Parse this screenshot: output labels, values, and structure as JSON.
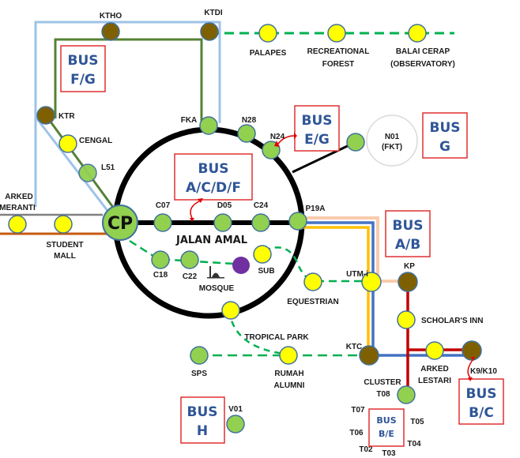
{
  "title": "UTM Campus Bus Route Map",
  "colors": {
    "ring": "#000000",
    "route_light_blue": "#9dc3e6",
    "route_green": "#548235",
    "route_teal_dash": "#00b050",
    "route_blue": "#4472c4",
    "route_yellow": "#ffc000",
    "route_peach": "#f8cbad",
    "route_red": "#c00000",
    "route_gray": "#808080",
    "route_orange": "#c55a11",
    "stop_green": "#92d050",
    "stop_yellow": "#ffff00",
    "stop_brown": "#7f6000",
    "stop_purple": "#7030a0",
    "stop_border": "#41719c",
    "bus_box_border": "#e03030",
    "bus_text": "#2f5597"
  },
  "stops": {
    "ktho": "KTHO",
    "ktdi": "KTDI",
    "palapes": "PALAPES",
    "recreational_forest_1": "RECREATIONAL",
    "recreational_forest_2": "FOREST",
    "balai_cerap_1": "BALAI CERAP",
    "balai_cerap_2": "(OBSERVATORY)",
    "ktr": "KTR",
    "cengal": "CENGAL",
    "l51": "L51",
    "fka": "FKA",
    "n28": "N28",
    "n24": "N24",
    "n01_1": "N01",
    "n01_2": "(FKT)",
    "arked_meranti_1": "ARKED",
    "arked_meranti_2": "MERANTI",
    "student_mall_1": "STUDENT",
    "student_mall_2": "MALL",
    "cp": "CP",
    "c07": "C07",
    "d05": "D05",
    "c24": "C24",
    "p19a": "P19A",
    "jalan_amal": "JALAN AMAL",
    "c18": "C18",
    "c22": "C22",
    "mosque": "MOSQUE",
    "sub": "SUB",
    "utmi": "UTM-i",
    "kp": "KP",
    "equestrian": "EQUESTRIAN",
    "scholars_inn": "SCHOLAR'S INN",
    "tropical_park": "TROPICAL PARK",
    "sps": "SPS",
    "rumah_alumni_1": "RUMAH",
    "rumah_alumni_2": "ALUMNI",
    "ktc": "KTC",
    "arked_lestari_1": "ARKED",
    "arked_lestari_2": "LESTARI",
    "k9k10": "K9/K10",
    "cluster": "CLUSTER",
    "t08": "T08",
    "t07": "T07",
    "t06": "T06",
    "t05": "T05",
    "t04": "T04",
    "t03": "T03",
    "t02": "T02",
    "v01": "V01"
  },
  "bus_boxes": [
    {
      "id": "fg",
      "line1": "BUS",
      "line2": "F/G"
    },
    {
      "id": "eg",
      "line1": "BUS",
      "line2": "E/G"
    },
    {
      "id": "g",
      "line1": "BUS",
      "line2": "G"
    },
    {
      "id": "acdf",
      "line1": "BUS",
      "line2": "A/C/D/F"
    },
    {
      "id": "ab",
      "line1": "BUS",
      "line2": "A/B"
    },
    {
      "id": "bc",
      "line1": "BUS",
      "line2": "B/C"
    },
    {
      "id": "h",
      "line1": "BUS",
      "line2": "H"
    },
    {
      "id": "be",
      "line1": "BUS",
      "line2": "B/E"
    }
  ]
}
